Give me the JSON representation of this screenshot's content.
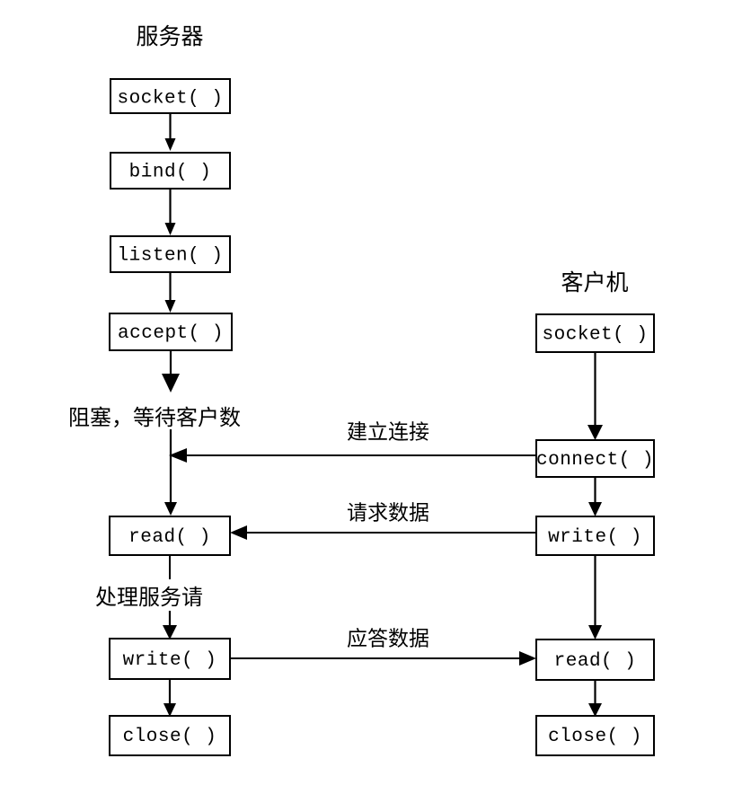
{
  "diagram": {
    "title_server": "服务器",
    "title_client": "客户机",
    "server_nodes": [
      {
        "label": "socket( )",
        "name": "server-socket-box"
      },
      {
        "label": "bind( )",
        "name": "server-bind-box"
      },
      {
        "label": "listen( )",
        "name": "server-listen-box"
      },
      {
        "label": "accept( )",
        "name": "server-accept-box"
      },
      {
        "label": "read( )",
        "name": "server-read-box"
      },
      {
        "label": "write( )",
        "name": "server-write-box"
      },
      {
        "label": "close( )",
        "name": "server-close-box"
      }
    ],
    "client_nodes": [
      {
        "label": "socket( )",
        "name": "client-socket-box"
      },
      {
        "label": "connect( )",
        "name": "client-connect-box"
      },
      {
        "label": "write( )",
        "name": "client-write-box"
      },
      {
        "label": "read( )",
        "name": "client-read-box"
      },
      {
        "label": "close( )",
        "name": "client-close-box"
      }
    ],
    "notes": {
      "blocking": "阻塞，等待客户数",
      "processing": "处理服务请"
    },
    "link_labels": {
      "establish_connection": "建立连接",
      "request_data": "请求数据",
      "response_data": "应答数据"
    },
    "colors": {
      "stroke": "#000000",
      "fill": "#ffffff",
      "background": "#ffffff"
    }
  }
}
